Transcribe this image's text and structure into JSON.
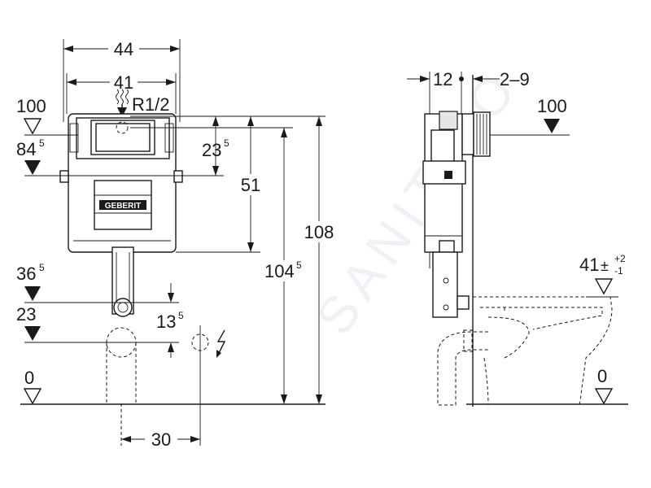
{
  "front_view": {
    "dim_width_outer": "44",
    "dim_width_inner": "41",
    "thread_label": "R1/2",
    "level_100": "100",
    "level_84": "84",
    "level_84_sup": "5",
    "dim_23": "23",
    "dim_23_sup": "5",
    "dim_51": "51",
    "dim_108": "108",
    "dim_104": "104",
    "dim_104_sup": "5",
    "level_36": "36",
    "level_36_sup": "5",
    "level_23": "23",
    "dim_13": "13",
    "dim_13_sup": "5",
    "dim_30": "30",
    "level_0": "0",
    "brand_logo": "GEBERIT"
  },
  "side_view": {
    "dim_12": "12",
    "dim_2_9": "2–9",
    "level_100": "100",
    "level_41": "41",
    "tol_plus": "+2",
    "tol_minus": "-1",
    "level_0": "0"
  },
  "watermark": "SANITINO",
  "icons": {
    "water": "water-supply-icon",
    "power": "electric-icon"
  },
  "colors": {
    "line": "#1a1a1a",
    "watermark": "#cfd9e6"
  }
}
